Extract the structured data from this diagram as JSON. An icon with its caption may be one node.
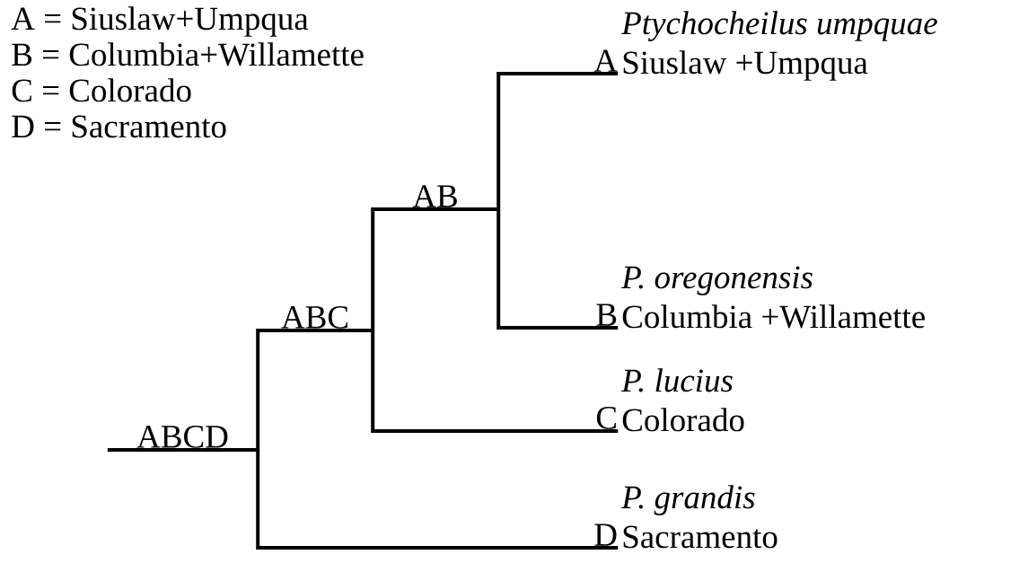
{
  "diagram": {
    "nodes": [
      {
        "text": [
          "ABCD"
        ]
      },
      {
        "text": [
          "ABC"
        ]
      },
      {
        "text": [
          "AB"
        ]
      },
      {
        "text": [
          "A"
        ],
        "beside": [
          "Ptychocheilus umpquae",
          "Siuslaw +Umpqua"
        ]
      },
      {
        "text": [
          "B"
        ],
        "beside": [
          "P. oregonensis",
          "Columbia +Willamette"
        ]
      },
      {
        "text": [
          "C"
        ],
        "beside": [
          "P. lucius",
          "Colorado"
        ]
      },
      {
        "text": [
          "D"
        ],
        "beside": [
          "P. grandis",
          "Sacramento"
        ]
      }
    ],
    "edges": [
      {
        "from": 0,
        "to": 1,
        "arrow": "none"
      },
      {
        "from": 0,
        "to": 6,
        "arrow": "none"
      },
      {
        "from": 1,
        "to": 2,
        "arrow": "none"
      },
      {
        "from": 1,
        "to": 5,
        "arrow": "none"
      },
      {
        "from": 2,
        "to": 3,
        "arrow": "none"
      },
      {
        "from": 2,
        "to": 4,
        "arrow": "none"
      }
    ],
    "labels": [
      "A = Siuslaw+Umpqua",
      "B = Columbia+Willamette",
      "C = Colorado",
      "D = Sacramento"
    ]
  }
}
